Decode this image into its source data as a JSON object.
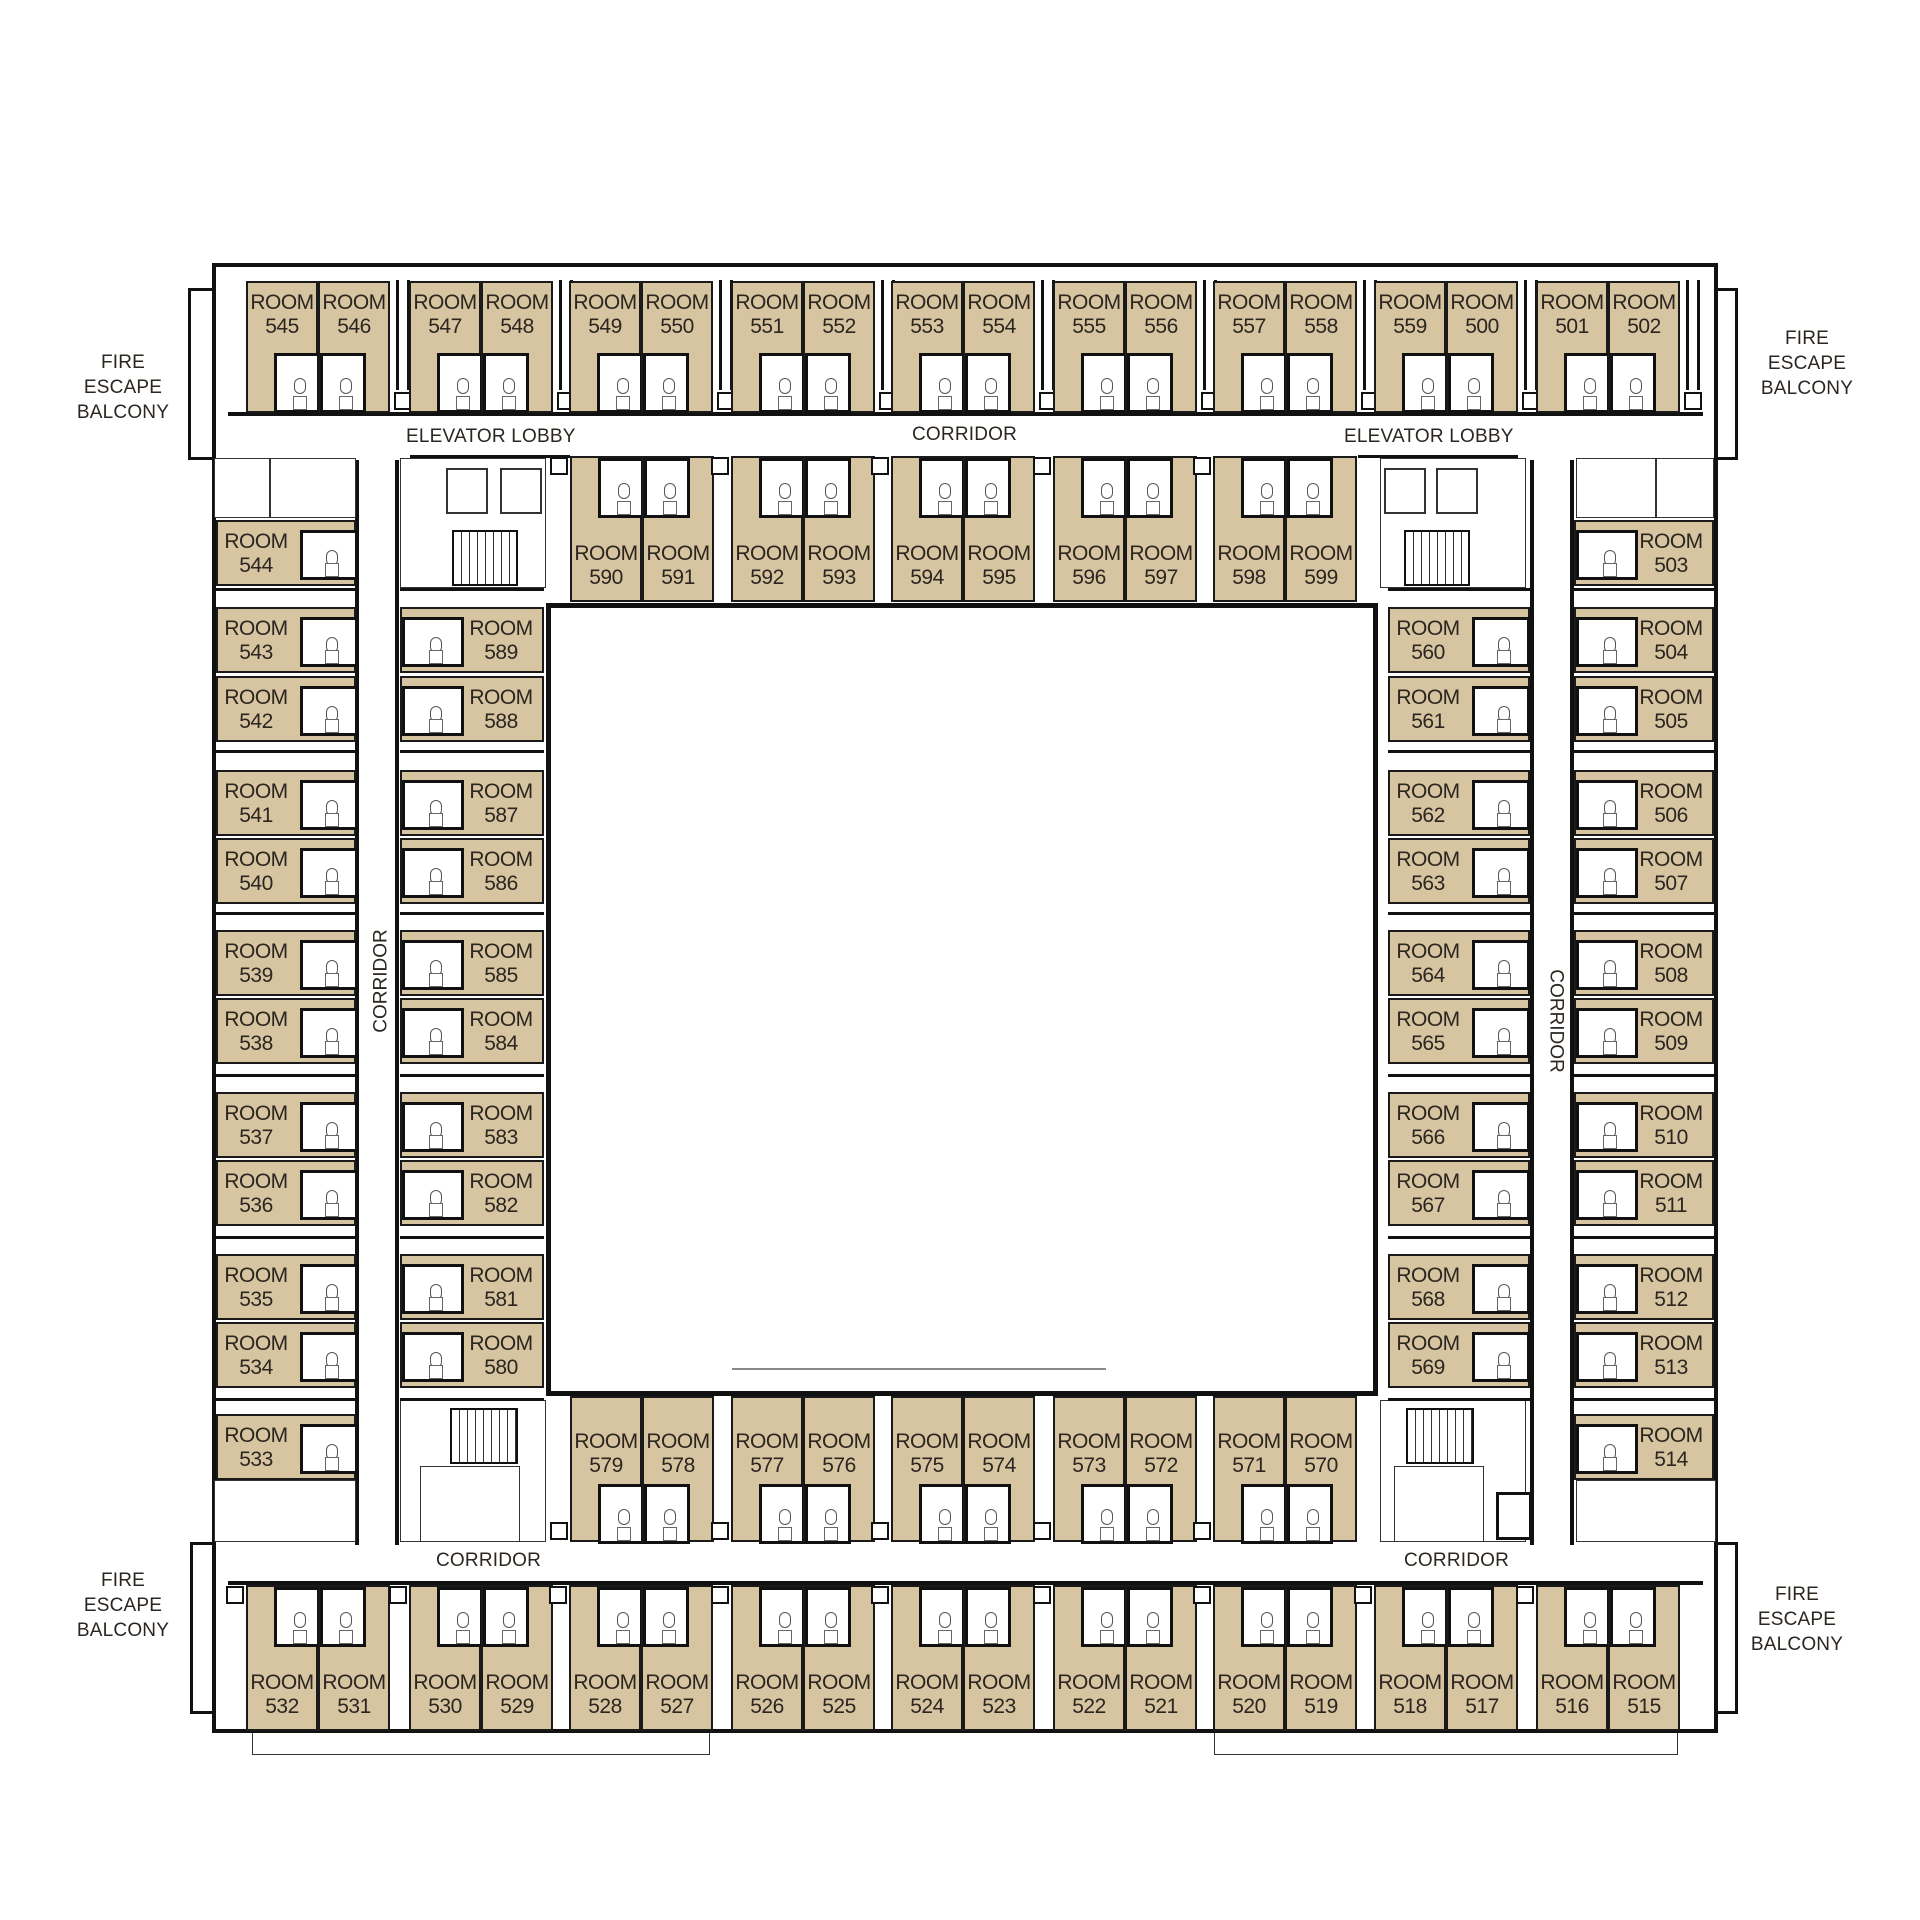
{
  "colors": {
    "room_fill": "#d7c4a1",
    "wall": "#111111",
    "background": "#ffffff"
  },
  "labels": {
    "fire_escape_top_left": [
      "FIRE",
      "ESCAPE",
      "BALCONY"
    ],
    "fire_escape_top_right": [
      "FIRE",
      "ESCAPE",
      "BALCONY"
    ],
    "fire_escape_bottom_left": [
      "FIRE",
      "ESCAPE",
      "BALCONY"
    ],
    "fire_escape_bottom_right": [
      "FIRE",
      "ESCAPE",
      "BALCONY"
    ],
    "elevator_lobby_left": "ELEVATOR LOBBY",
    "elevator_lobby_right": "ELEVATOR LOBBY",
    "corridor_top": "CORRIDOR",
    "corridor_left": "CORRIDOR",
    "corridor_right": "CORRIDOR",
    "corridor_bottom_left": "CORRIDOR",
    "corridor_bottom_right": "CORRIDOR"
  },
  "room_prefix": "ROOM",
  "wings": {
    "top_outer": [
      "545",
      "546",
      "547",
      "548",
      "549",
      "550",
      "551",
      "552",
      "553",
      "554",
      "555",
      "556",
      "557",
      "558",
      "559",
      "500",
      "501",
      "502"
    ],
    "top_inner": [
      "590",
      "591",
      "592",
      "593",
      "594",
      "595",
      "596",
      "597",
      "598",
      "599"
    ],
    "left_outer": [
      "544",
      "543",
      "542",
      "541",
      "540",
      "539",
      "538",
      "537",
      "536",
      "535",
      "534",
      "533"
    ],
    "left_inner": [
      "589",
      "588",
      "587",
      "586",
      "585",
      "584",
      "583",
      "582",
      "581",
      "580"
    ],
    "right_inner": [
      "560",
      "561",
      "562",
      "563",
      "564",
      "565",
      "566",
      "567",
      "568",
      "569"
    ],
    "right_outer": [
      "503",
      "504",
      "505",
      "506",
      "507",
      "508",
      "509",
      "510",
      "511",
      "512",
      "513",
      "514"
    ],
    "bottom_inner": [
      "579",
      "578",
      "577",
      "576",
      "575",
      "574",
      "573",
      "572",
      "571",
      "570"
    ],
    "bottom_outer": [
      "532",
      "531",
      "530",
      "529",
      "528",
      "527",
      "526",
      "525",
      "524",
      "523",
      "522",
      "521",
      "520",
      "519",
      "518",
      "517",
      "516",
      "515"
    ]
  }
}
